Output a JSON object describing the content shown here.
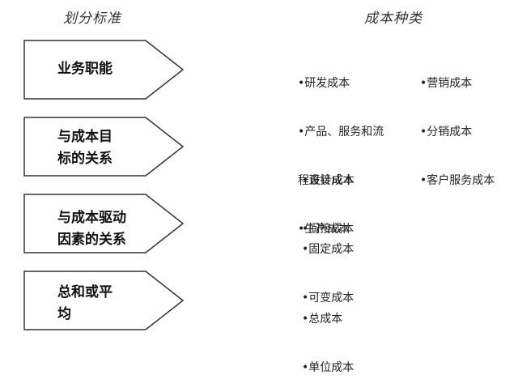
{
  "headers": {
    "criteria": "划分标准",
    "cost_types": "成本种类"
  },
  "rows": [
    {
      "label_lines": [
        "业务职能"
      ],
      "col1": [
        "•研发成本",
        "•产品、服务和流",
        "程设计成本",
        "•生产成本"
      ],
      "col2": [
        "•营销成本",
        "•分销成本",
        "•客户服务成本"
      ]
    },
    {
      "label_lines": [
        "与成本目",
        "标的关系"
      ],
      "col1": [
        "•直接成本",
        "•间接成本"
      ],
      "col2": []
    },
    {
      "label_lines": [
        "与成本驱动",
        "因素的关系"
      ],
      "col1": [
        "•固定成本",
        "•可变成本"
      ],
      "col2": []
    },
    {
      "label_lines": [
        "总和或平",
        "均"
      ],
      "col1": [
        "•总成本",
        "•单位成本"
      ],
      "col2": []
    }
  ]
}
